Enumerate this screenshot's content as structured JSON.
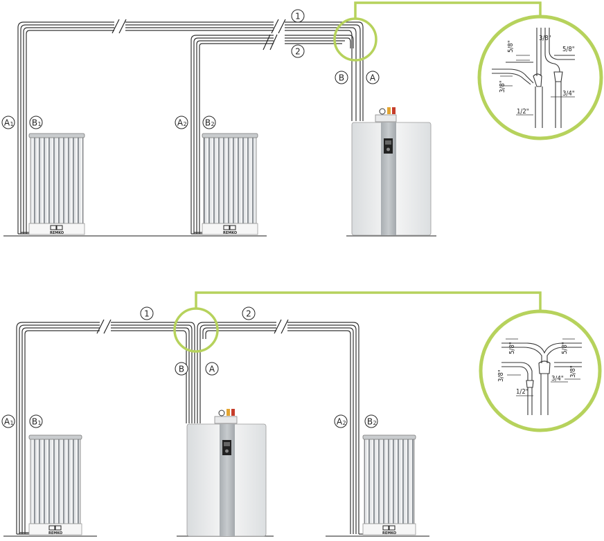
{
  "colors": {
    "accent_green": "#b6d25c",
    "pipe": "#333333",
    "unit_grey": "#bfc4c8"
  },
  "top": {
    "labels": {
      "line1": "1",
      "line2": "2",
      "a": "A",
      "b": "B",
      "a1": "A",
      "a1_sub": "1",
      "b1": "B",
      "b1_sub": "1",
      "a2": "A",
      "a2_sub": "2",
      "b2": "B",
      "b2_sub": "2"
    },
    "detail": {
      "d1": "3/8\"",
      "d2": "5/8\"",
      "d3": "5/8\"",
      "d4": "3/8\"",
      "d5": "3/4\"",
      "d6": "1/2\""
    }
  },
  "bottom": {
    "labels": {
      "line1": "1",
      "line2": "2",
      "a": "A",
      "b": "B",
      "a1": "A",
      "a1_sub": "1",
      "b1": "B",
      "b1_sub": "1",
      "a2": "A",
      "a2_sub": "2",
      "b2": "B",
      "b2_sub": "2"
    },
    "detail": {
      "d1": "5/8\"",
      "d2": "5/8\"",
      "d3": "3/8\"",
      "d4": "3/8\"",
      "d5": "3/4\"",
      "d6": "1/2\""
    }
  },
  "logo_text": "REMKO"
}
